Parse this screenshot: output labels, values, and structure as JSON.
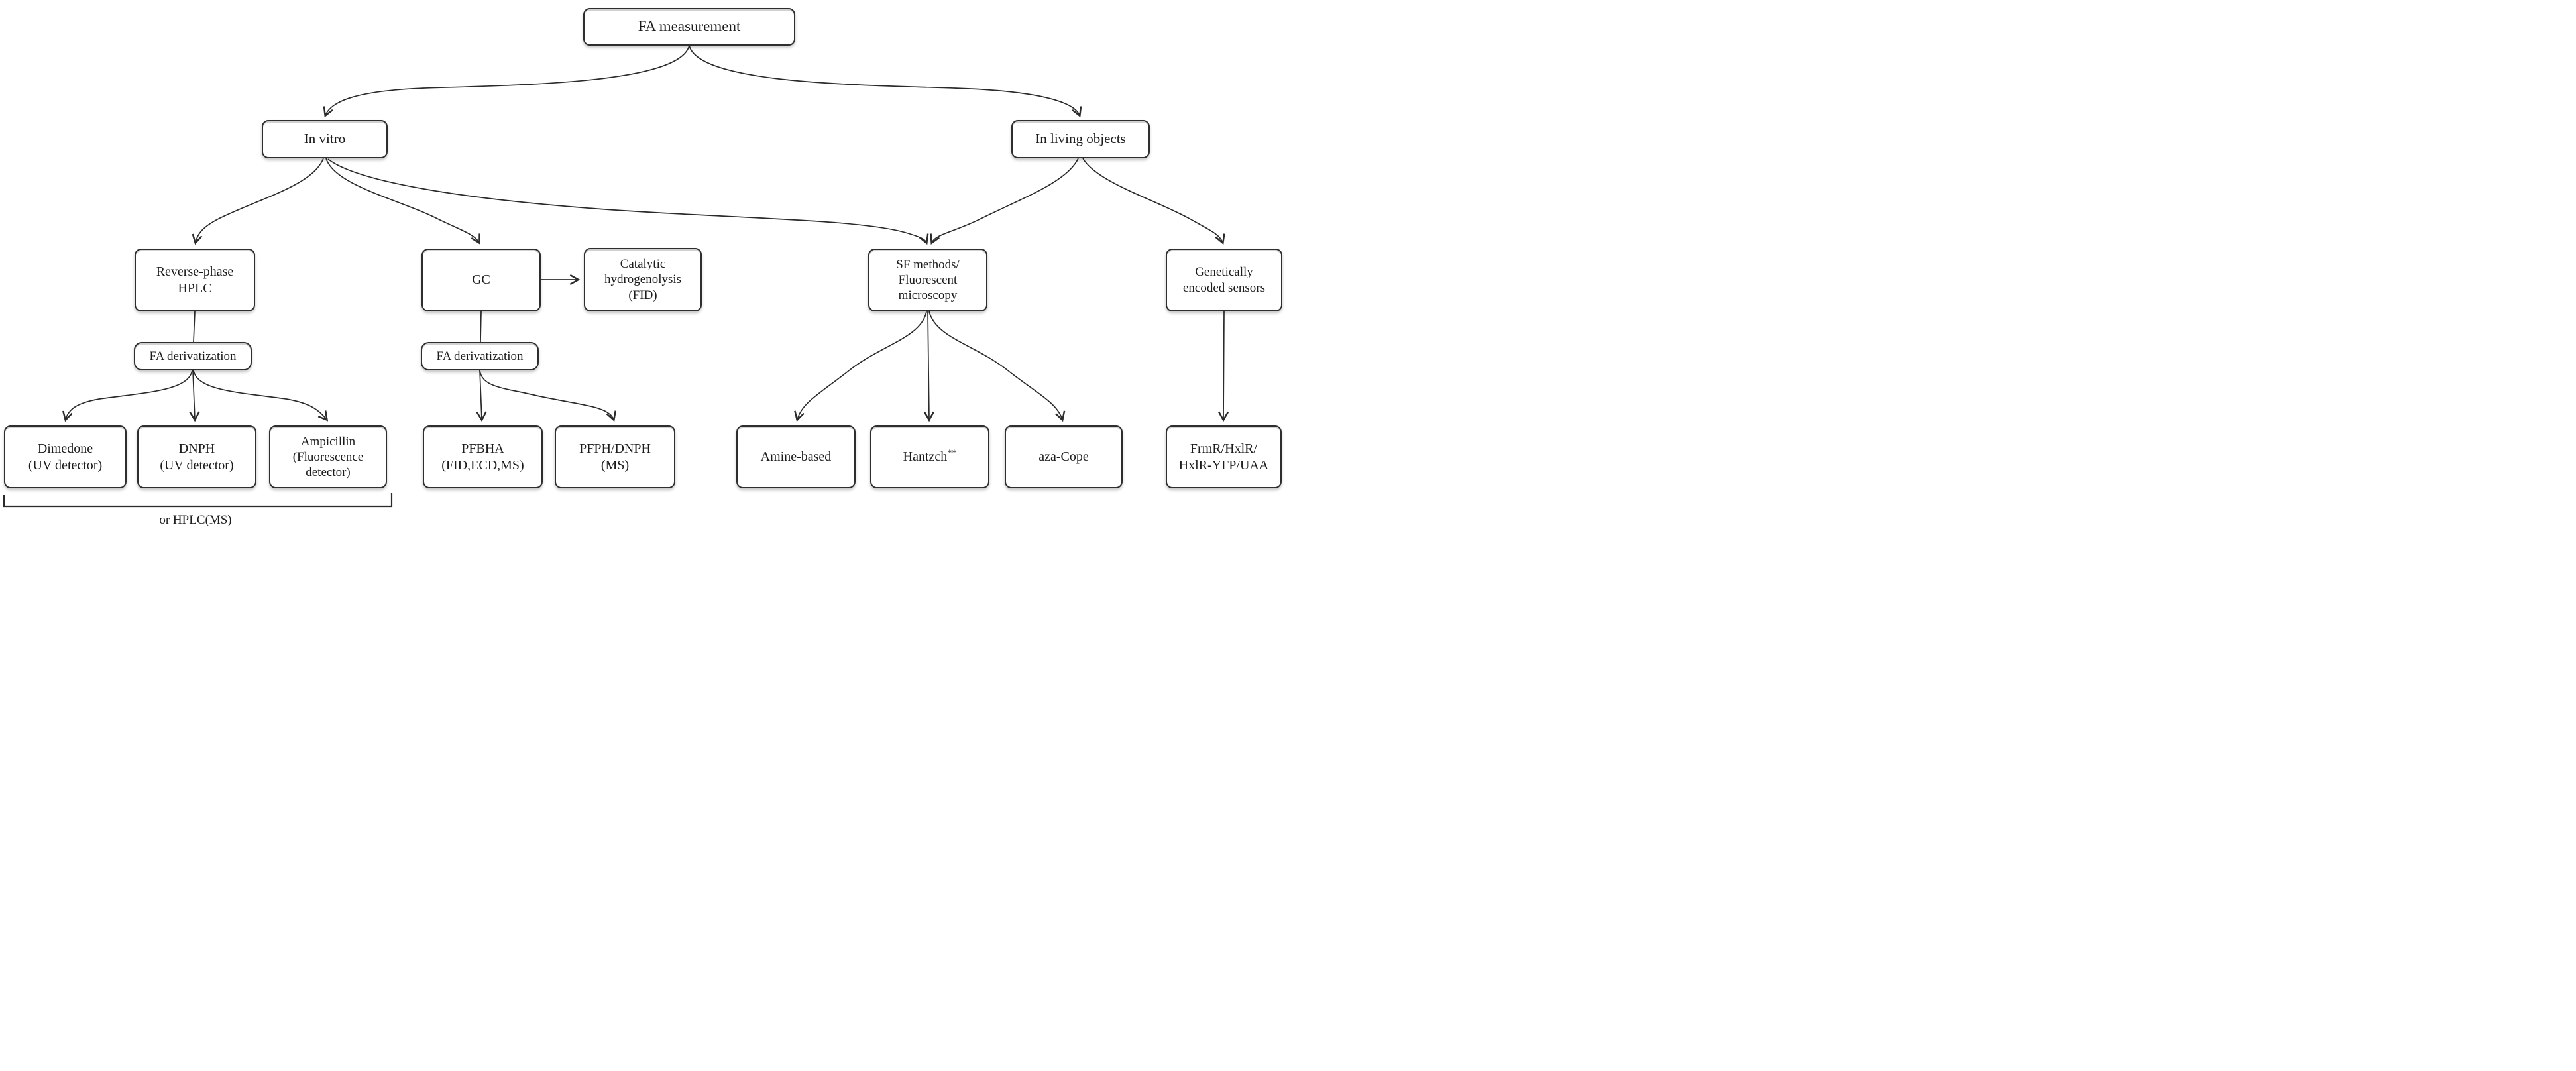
{
  "diagram": {
    "nodes": {
      "fa_measurement": "FA measurement",
      "in_vitro": "In vitro",
      "in_living_objects": "In living objects",
      "reverse_phase_hplc": "Reverse-phase\nHPLC",
      "gc": "GC",
      "catalytic_hydrogenolysis": "Catalytic\nhydrogenolysis\n(FID)",
      "sf_methods": "SF methods/\nFluorescent\nmicroscopy",
      "genetically_encoded_sensors": "Genetically\nencoded sensors",
      "fa_derivatization_hplc": "FA derivatization",
      "fa_derivatization_gc": "FA derivatization",
      "dimedone": "Dimedone\n(UV detector)",
      "dnph": "DNPH\n(UV detector)",
      "ampicillin": "Ampicillin\n(Fluorescence\ndetector)",
      "pfbha": "PFBHA\n(FID,ECD,MS)",
      "pfph_dnph": "PFPH/DNPH\n(MS)",
      "amine_based": "Amine-based",
      "hantzch": "Hantzch",
      "hantzch_superscript": "**",
      "aza_cope": "aza-Cope",
      "frmr_sensors": "FrmR/HxlR/\nHxlR-YFP/UAA"
    },
    "bracket_note": "or HPLC(MS)",
    "colors": {
      "line": "#2b2b2b",
      "box_border": "#2e2e2e",
      "text": "#1c1c1c",
      "background": "#ffffff"
    }
  }
}
